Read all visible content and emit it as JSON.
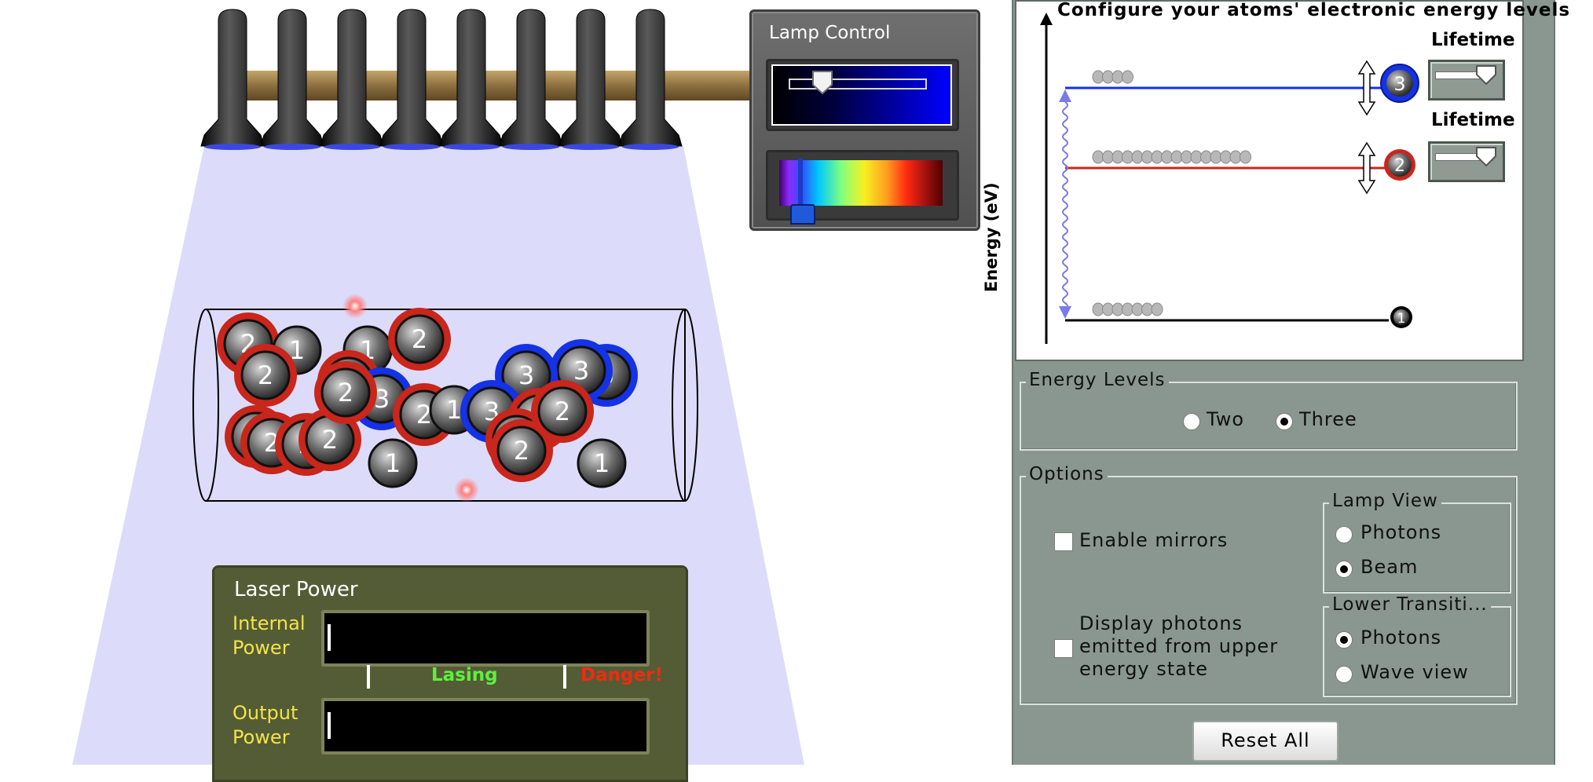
{
  "lamp_control": {
    "title": "Lamp Control",
    "intensity_level": 0.22,
    "wavelength_position": 0.15
  },
  "laser_power": {
    "title": "Laser Power",
    "internal_power_label": [
      "Internal",
      "Power"
    ],
    "output_power_label": [
      "Output",
      "Power"
    ],
    "lasing_label": "Lasing",
    "danger_label": "Danger!",
    "internal_power_value": 0,
    "output_power_value": 0
  },
  "tube_atoms": {
    "labels": [
      "1",
      "2",
      "3"
    ],
    "colors": {
      "level1": "#101010",
      "level2": "#c9261c",
      "level3": "#1432e6"
    }
  },
  "energy_diagram": {
    "title": "Configure your atoms' electronic energy levels",
    "axis_label": "Energy (eV)",
    "levels": [
      {
        "label": "3",
        "color": "#1432e6",
        "population": 4,
        "lifetime_label": "Lifetime"
      },
      {
        "label": "2",
        "color": "#c9261c",
        "population": 16,
        "lifetime_label": "Lifetime"
      },
      {
        "label": "1",
        "color": "#000000",
        "population": 7
      }
    ]
  },
  "energy_levels": {
    "legend": "Energy Levels",
    "options": [
      "Two",
      "Three"
    ],
    "selected": "Three"
  },
  "options": {
    "legend": "Options",
    "enable_mirrors": "Enable mirrors",
    "display_photons": [
      "Display photons",
      "emitted from upper",
      "energy state"
    ],
    "lamp_view": {
      "legend": "Lamp View",
      "options": [
        "Photons",
        "Beam"
      ],
      "selected": "Beam"
    },
    "lower_transition": {
      "legend": "Lower Transiti...",
      "options": [
        "Photons",
        "Wave view"
      ],
      "selected": "Photons"
    }
  },
  "reset_label": "Reset All"
}
